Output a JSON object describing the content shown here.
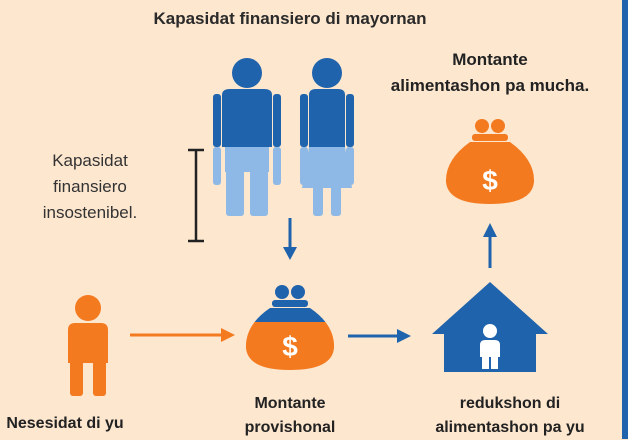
{
  "title": "Kapasidat finansiero di mayornan",
  "top_right_label": [
    "Montante",
    "alimentashon pa mucha."
  ],
  "side_label": [
    "Kapasidat",
    "finansiero",
    "insostenibel."
  ],
  "bottom_labels": {
    "need": "Nesesidat di yu",
    "provisional": [
      "Montante",
      "provishonal"
    ],
    "reduction": [
      "redukshon di",
      "alimentashon pa yu"
    ]
  },
  "money_symbol": "$",
  "icons": [
    "parent-man-icon",
    "parent-woman-icon",
    "child-icon",
    "money-bag-icon",
    "house-icon"
  ],
  "colors": {
    "background": "#fde7cf",
    "blue": "#1f63ad",
    "light_blue": "#8eb8e5",
    "orange": "#f47a20",
    "border": "#1f63ad"
  }
}
